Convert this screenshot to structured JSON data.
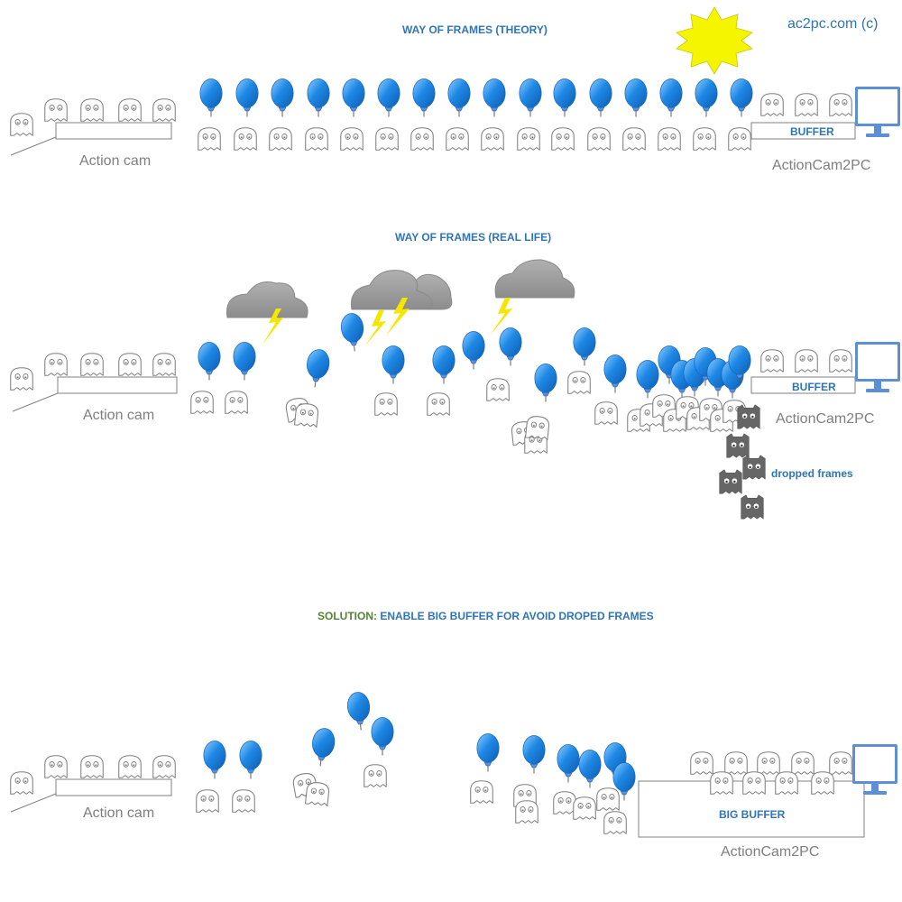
{
  "brand": "ac2pc.com  (c)",
  "icons": {
    "sun": "gear-sun-icon",
    "frame": "ghost-frame-icon",
    "balloon": "balloon-icon",
    "cloud": "storm-cloud-icon",
    "lightning": "lightning-icon",
    "dropped": "dropped-frame-icon",
    "monitor": "monitor-icon"
  },
  "colors": {
    "title_blue": "#2e75b6",
    "solution_green": "#538135",
    "balloon_blue": "#1e88e5",
    "label_gray": "#7f7f7f",
    "cloud_gray": "#999999",
    "lightning_yellow": "#f5e600",
    "sun_yellow": "#f5f500",
    "dropped_gray": "#666666"
  },
  "sections": [
    {
      "title": "WAY OF FRAMES (THEORY)",
      "source_label": "Action cam",
      "target_label": "ActionCam2PC",
      "buffer_label": "BUFFER"
    },
    {
      "title": "WAY OF FRAMES (REAL LIFE)",
      "source_label": "Action cam",
      "target_label": "ActionCam2PC",
      "buffer_label": "BUFFER",
      "dropped_label": "dropped frames"
    },
    {
      "title_prefix": "SOLUTION:",
      "title": "ENABLE BIG BUFFER FOR AVOID DROPED FRAMES",
      "source_label": "Action cam",
      "target_label": "ActionCam2PC",
      "buffer_label": "BIG BUFFER"
    }
  ]
}
